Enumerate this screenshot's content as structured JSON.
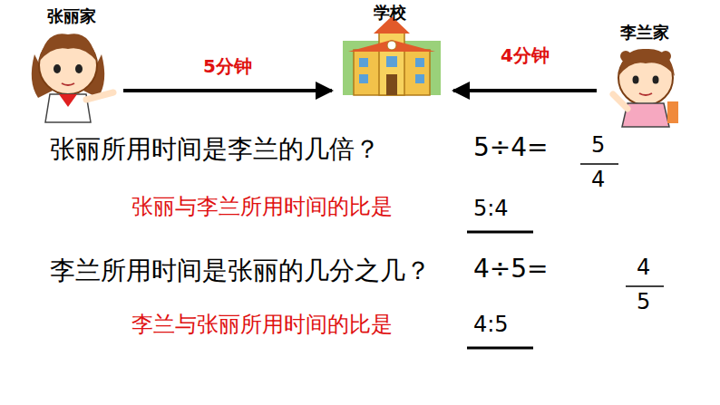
{
  "diagram": {
    "nodes": [
      {
        "text": [
          "张丽家"
        ]
      },
      {
        "text": [
          "学校"
        ]
      },
      {
        "text": [
          "李兰家"
        ]
      }
    ],
    "edges": [
      {
        "from": 0,
        "to": 1,
        "arrow": "to",
        "label": "5分钟"
      },
      {
        "from": 2,
        "to": 1,
        "arrow": "to",
        "label": "4分钟"
      }
    ],
    "labels": [
      "张丽所用时间是李兰的几倍？",
      "5÷4=",
      "5",
      "4",
      "张丽与李兰所用时间的比是",
      "5:4",
      "李兰所用时间是张丽的几分之几？",
      "4÷5=",
      "4",
      "5",
      "李兰与张丽所用时间的比是",
      "4:5"
    ]
  }
}
